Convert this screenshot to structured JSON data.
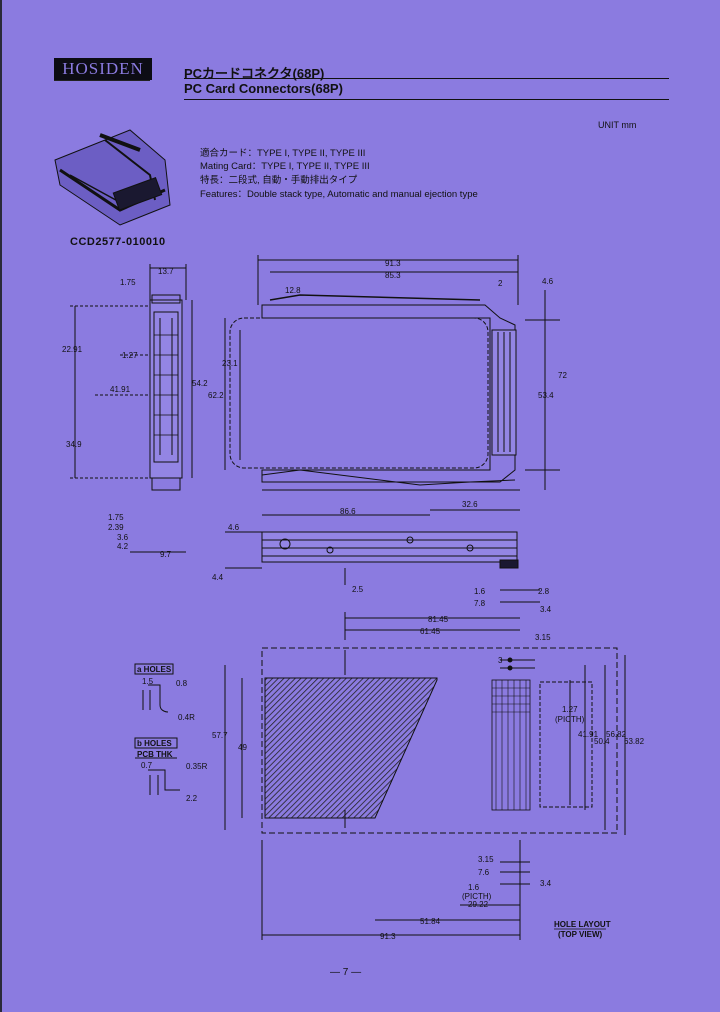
{
  "header": {
    "logo": "HOSIDEN",
    "title_jp": "PCカードコネクタ(68P)",
    "title_en": "PC Card Connectors(68P)",
    "unit": "UNIT mm"
  },
  "specs": {
    "mating_jp": "適合カード：TYPE I, TYPE II, TYPE III",
    "mating_en": "Mating Card：TYPE I, TYPE II, TYPE III",
    "features_jp": "特長：二段式, 自動・手動排出タイプ",
    "features_en": "Features：Double stack type, Automatic and manual ejection type"
  },
  "part_number": "CCD2577-010010",
  "dimensions": {
    "side_view": [
      "13.7",
      "1.75",
      "22.91",
      "1.27",
      "41.91",
      "34.9",
      "54.2",
      "1.75",
      "2.39",
      "3.6",
      "4.2",
      "9.7"
    ],
    "top_view": [
      "91.3",
      "85.3",
      "4.6",
      "2",
      "12.8",
      "23.1",
      "62.2",
      "72",
      "53.4",
      "86.6",
      "32.6"
    ],
    "front_view": [
      "4.6",
      "4.4",
      "2.5",
      "1.6",
      "7.8",
      "2.8",
      "3.4"
    ],
    "footprint": [
      "81.45",
      "61.45",
      "3.15",
      "3",
      "1.27",
      "(PICTH)",
      "41.91",
      "50.4",
      "56.82",
      "63.82",
      "57.7",
      "49",
      "3.15",
      "7.6",
      "3.4",
      "1.6",
      "(PICTH)",
      "29.22",
      "51.84",
      "91.3"
    ]
  },
  "hole_a": {
    "title": "a HOLES",
    "d1": "1.5",
    "d2": "0.8",
    "d3": "0.4R"
  },
  "hole_b": {
    "title": "b HOLES",
    "sub": "PCB THK",
    "d1": "0.7",
    "d2": "0.35R",
    "d3": "2.2"
  },
  "hole_layout": {
    "title": "HOLE LAYOUT",
    "sub": "(TOP VIEW)"
  },
  "page_number": "— 7 —"
}
